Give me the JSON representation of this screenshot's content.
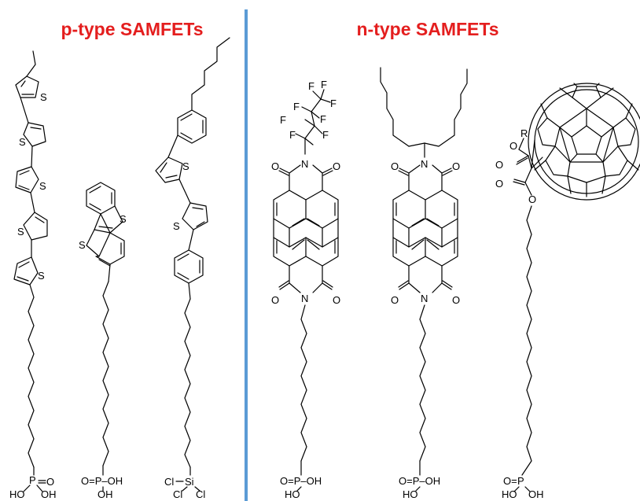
{
  "headings": {
    "p_type": "p-type SAMFETs",
    "n_type": "n-type SAMFETs"
  },
  "colors": {
    "heading": "#e41e1e",
    "divider": "#5b9bd5",
    "bonds": "#000000"
  },
  "atom_labels": {
    "sulfur": "S",
    "fluorine": "F",
    "oxygen": "O",
    "nitrogen": "N",
    "phosphorus": "P",
    "silicon": "Si",
    "chlorine": "Cl",
    "r_group": "R",
    "hydroxyl": "HO",
    "oh": "OH",
    "phosphonic_acid_line": "O=P–OH",
    "phosphonic_acid_vertical": "P=O",
    "oxo": "O="
  }
}
